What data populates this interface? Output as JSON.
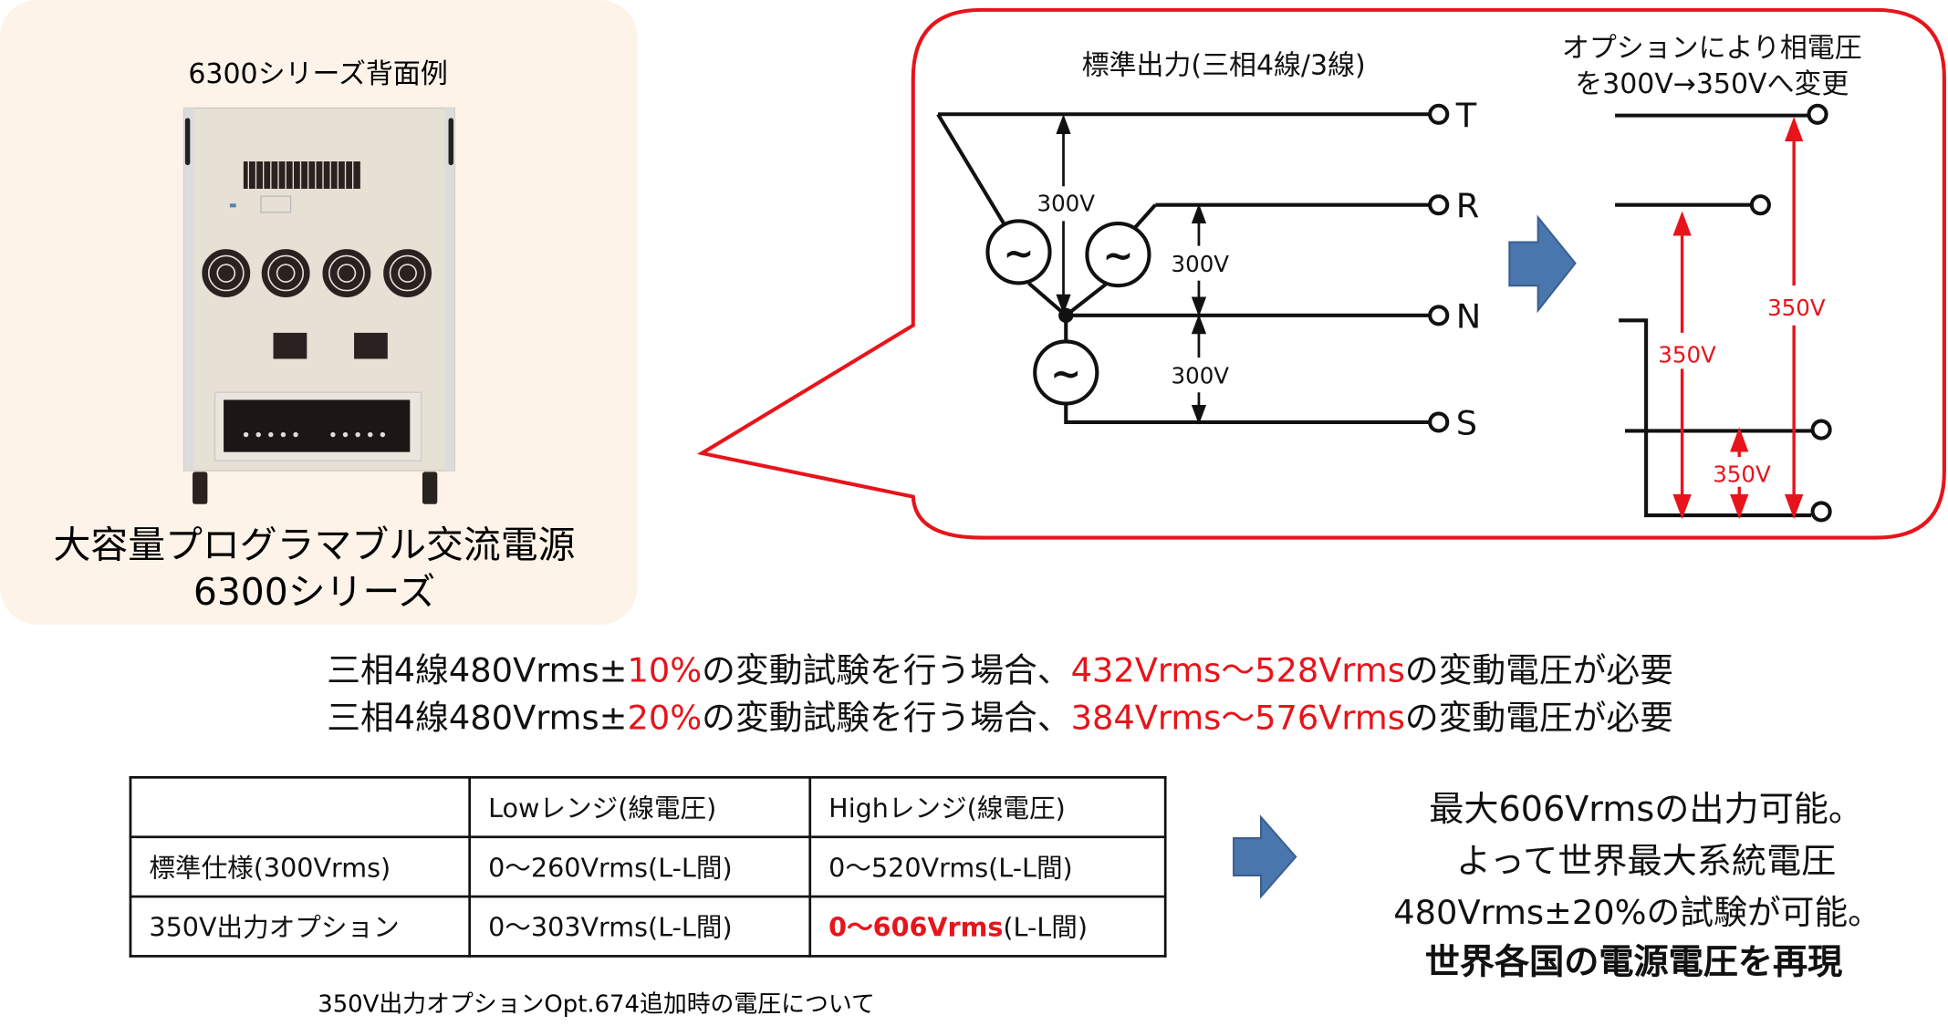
{
  "product_panel": {
    "caption_top": "6300シリーズ背面例",
    "title_line1": "大容量プログラマブル交流電源",
    "title_line2": "6300シリーズ"
  },
  "diagram": {
    "standard_title": "標準出力(三相4線/3線)",
    "option_title_line1": "オプションにより相電圧",
    "option_title_line2": "を300V→350Vへ変更",
    "terminals": [
      "T",
      "R",
      "N",
      "S"
    ],
    "standard_voltage_labels": [
      "300V",
      "300V",
      "300V"
    ],
    "option_voltage_labels": [
      "350V",
      "350V",
      "350V"
    ],
    "source_symbol": "~",
    "colors": {
      "bubble": "#e8141b",
      "arrow": "#4a76ae",
      "option_voltage": "#e8141b"
    }
  },
  "statements": [
    {
      "prefix": "三相4線480Vrms±",
      "pct": "10%",
      "mid": "の変動試験を行う場合、",
      "range": "432Vrms～528Vrms",
      "suffix": "の変動電圧が必要"
    },
    {
      "prefix": "三相4線480Vrms±",
      "pct": "20%",
      "mid": "の変動試験を行う場合、",
      "range": "384Vrms～576Vrms",
      "suffix": "の変動電圧が必要"
    }
  ],
  "table": {
    "headers": [
      "",
      "Lowレンジ(線電圧)",
      "Highレンジ(線電圧)"
    ],
    "rows": [
      {
        "label": "標準仕様(300Vrms)",
        "low": "0～260Vrms(L-L間)",
        "high": "0～520Vrms(L-L間)"
      },
      {
        "label": "350V出力オプション",
        "low": "0～303Vrms(L-L間)",
        "high_highlight": "0～606Vrms",
        "high_rest": "(L-L間)"
      }
    ],
    "caption": "350V出力オプションOpt.674追加時の電圧について"
  },
  "conclusion": {
    "line1": "最大606Vrmsの出力可能。",
    "line2": "よって世界最大系統電圧",
    "line3": "480Vrms±20%の試験が可能。",
    "line4": "世界各国の電源電圧を再現"
  }
}
